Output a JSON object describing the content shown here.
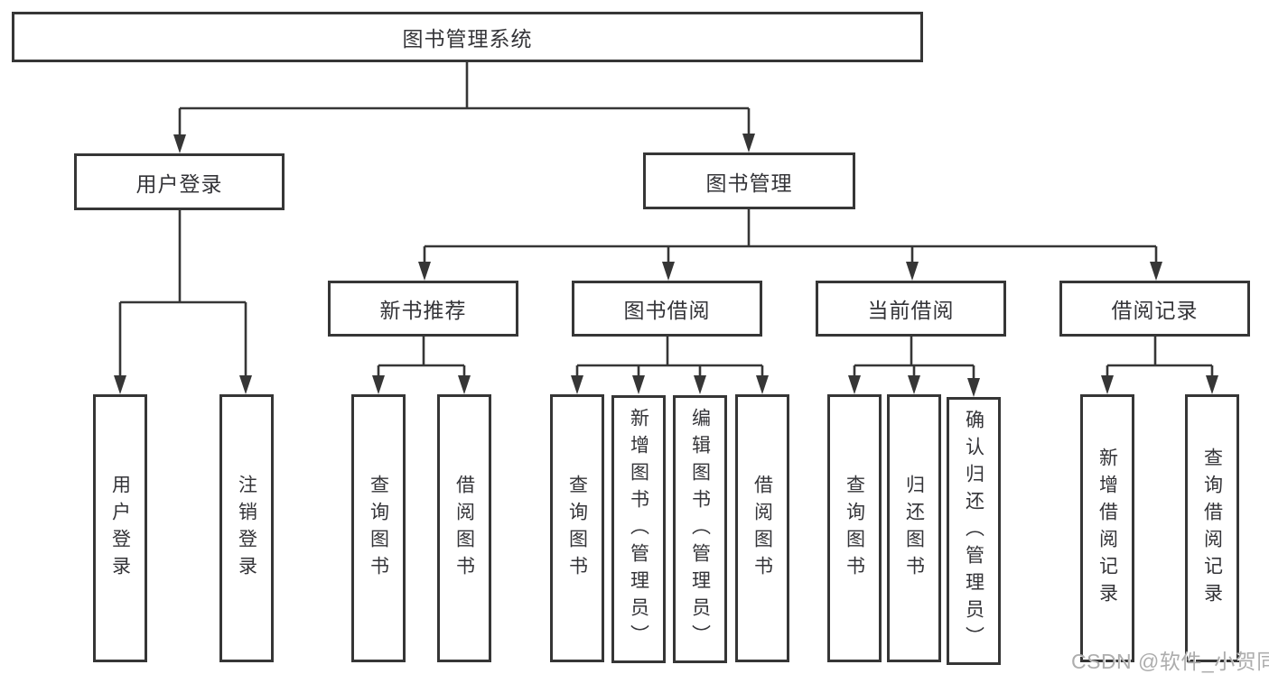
{
  "diagram": {
    "title": "图书管理系统",
    "colors": {
      "line": "#363636",
      "box_border": "#363636",
      "text": "#343438",
      "watermark": "#adadad",
      "background": "#ffffff"
    },
    "nodes": {
      "root": "图书管理系统",
      "user_login": "用户登录",
      "book_management": "图书管理",
      "new_book_recommend": "新书推荐",
      "book_borrowing": "图书借阅",
      "current_borrowing": "当前借阅",
      "borrowing_records": "借阅记录",
      "leaf_user_login": "用户登录",
      "leaf_logout": "注销登录",
      "leaf_query_books_recommend": "查询图书",
      "leaf_borrow_books_recommend": "借阅图书",
      "leaf_query_books_borrowing": "查询图书",
      "leaf_add_books_admin": "新增图书（管理员）",
      "leaf_edit_books_admin": "编辑图书（管理员）",
      "leaf_borrow_books_borrowing": "借阅图书",
      "leaf_query_books_current": "查询图书",
      "leaf_return_books": "归还图书",
      "leaf_confirm_return_admin": "确认归还（管理员）",
      "leaf_add_borrow_record": "新增借阅记录",
      "leaf_query_borrow_record": "查询借阅记录"
    },
    "watermark": "CSDN @软件_小贺同学"
  }
}
